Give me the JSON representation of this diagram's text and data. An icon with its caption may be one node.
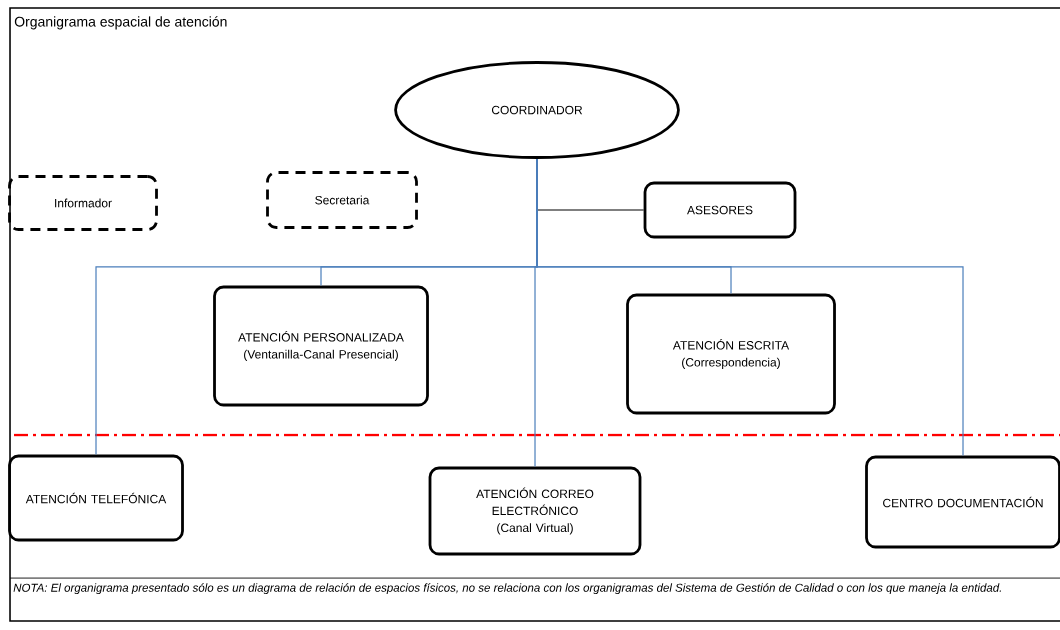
{
  "diagram": {
    "title": "Organigrama espacial de atención",
    "nodes": [
      {
        "text": [
          "COORDINADOR"
        ]
      },
      {
        "text": [
          "Informador"
        ]
      },
      {
        "text": [
          "Secretaria"
        ]
      },
      {
        "text": [
          "ASESORES"
        ]
      },
      {
        "text": [
          "ATENCIÓN PERSONALIZADA",
          "(Ventanilla-Canal Presencial)"
        ]
      },
      {
        "text": [
          "ATENCIÓN ESCRITA",
          "(Correspondencia)"
        ]
      },
      {
        "text": [
          "ATENCIÓN TELEFÓNICA"
        ]
      },
      {
        "text": [
          "ATENCIÓN CORREO ELECTRÓNICO",
          "(Canal Virtual)"
        ]
      },
      {
        "text": [
          "CENTRO DOCUMENTACIÓN"
        ]
      }
    ],
    "edges": [
      {
        "from": 0,
        "to": 3,
        "arrow": "none",
        "color": "#000000"
      },
      {
        "from": 0,
        "to": 6,
        "arrow": "none"
      },
      {
        "from": 0,
        "to": 4,
        "arrow": "none"
      },
      {
        "from": 0,
        "to": 7,
        "arrow": "none"
      },
      {
        "from": 0,
        "to": 5,
        "arrow": "none"
      },
      {
        "from": 0,
        "to": 8,
        "arrow": "none"
      }
    ],
    "labels": [
      "NOTA: El organigrama presentado sólo es un diagrama de relación de espacios físicos, no se relaciona con los organigramas del Sistema de Gestión de Calidad o con los que maneja la entidad."
    ]
  }
}
